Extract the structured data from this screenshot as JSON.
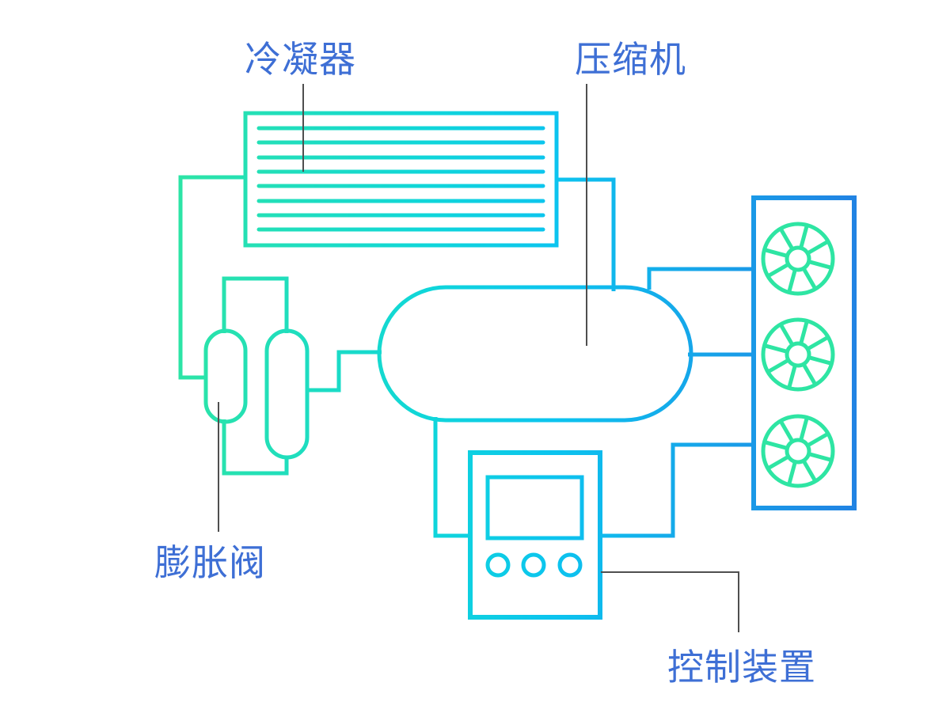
{
  "diagram": {
    "type": "refrigeration-system-schematic",
    "labels": {
      "condenser": "冷凝器",
      "compressor": "压缩机",
      "expansion_valve": "膨胀阀",
      "control_unit": "控制装置"
    },
    "condenser": {
      "tube_line_count": 8
    },
    "control_unit": {
      "button_count": 3
    },
    "fan_unit": {
      "fan_count": 3
    },
    "colors": {
      "background": "#FFFFFF",
      "label_text": "#3E6FD5",
      "leader_line": "#4F4F4F",
      "stroke_gradient": [
        "#2EE5A3",
        "#0FD6DA",
        "#0CC4EF",
        "#2182E3"
      ]
    }
  }
}
